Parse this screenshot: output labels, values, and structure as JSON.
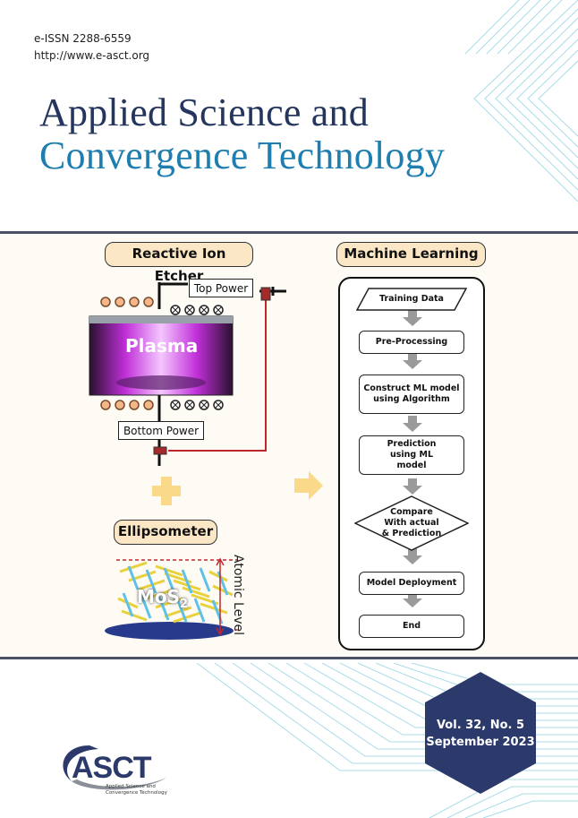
{
  "journal": {
    "issn": "e-ISSN 2288-6559",
    "url": "http://www.e-asct.org",
    "title_line1": "Applied Science and",
    "title_line2": "Convergence Technology"
  },
  "figure": {
    "rie": {
      "label": "Reactive Ion Etcher",
      "top_power": "Top Power",
      "bottom_power": "Bottom Power",
      "plasma": "Plasma"
    },
    "ellipsometer": {
      "label": "Ellipsometer",
      "material": "MoS",
      "material_sub": "2",
      "atomic_level": "Atomic Level"
    },
    "ml": {
      "label": "Machine Learning",
      "steps": [
        "Training Data",
        "Pre-Processing",
        "Construct ML model using Algorithm",
        "Prediction using ML model",
        "Compare With actual & Prediction",
        "Model Deployment",
        "End"
      ]
    }
  },
  "issue": {
    "volume": "Vol. 32, No. 5",
    "date": "September 2023"
  },
  "logo": {
    "text": "ASCT",
    "sub1": "Applied Science and",
    "sub2": "Convergence Technology"
  },
  "colors": {
    "navy": "#24365e",
    "blue": "#1f7eb0",
    "hexagon": "#2b3a6b",
    "pill": "#fbe7c5",
    "plus": "#fbd98a"
  }
}
